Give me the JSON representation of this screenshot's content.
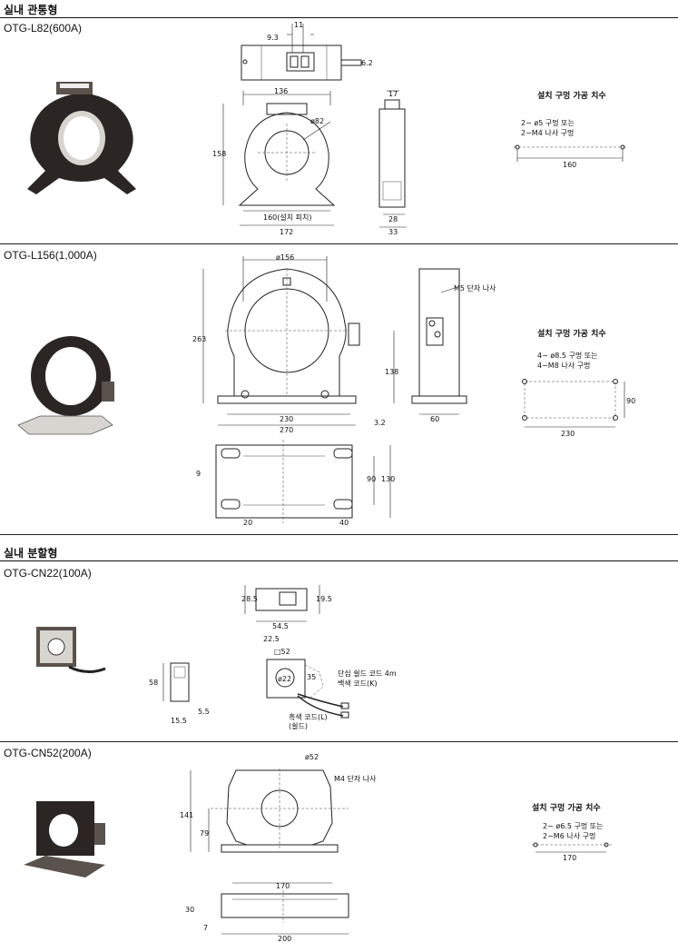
{
  "sections": [
    {
      "title": "실내 관통형",
      "products": [
        {
          "model": "OTG-L82(600A)",
          "dims": {
            "top_11": "11",
            "top_93": "9.3",
            "top_62": "6.2",
            "w136": "136",
            "h158": "158",
            "dia": "ø82",
            "pitch": "160(설치 피치)",
            "w172": "172",
            "side17": "17",
            "side28": "28",
            "side33": "33"
          },
          "hole": {
            "title": "설치 구멍 가공 치수",
            "note1": "2− ø5 구멍 또는",
            "note2": "2−M4 나사 구멍",
            "pitch": "160"
          }
        },
        {
          "model": "OTG-L156(1,000A)",
          "dims": {
            "dia": "ø156",
            "h263": "263",
            "h138": "138",
            "w230": "230",
            "w270": "270",
            "t32": "3.2",
            "side60": "60",
            "m5": "M5 단자 나사",
            "b9": "9",
            "b90": "90",
            "b130": "130",
            "b20": "20",
            "b40": "40"
          },
          "hole": {
            "title": "설치 구멍 가공 치수",
            "note1": "4− ø8.5 구멍 또는",
            "note2": "4−M8 나사 구멍",
            "pitch_h": "90",
            "pitch_w": "230"
          }
        }
      ]
    },
    {
      "title": "실내 분할형",
      "products": [
        {
          "model": "OTG-CN22(100A)",
          "dims": {
            "a285": "28.5",
            "a195": "19.5",
            "a545": "54.5",
            "a225": "22.5",
            "sq52": "□52",
            "dia22": "ø22",
            "a35": "35",
            "h58": "58",
            "w155": "15.5",
            "w55": "5.5"
          },
          "cords": {
            "shield": "단심 쉴드 코드 4m",
            "white": "백색 코드(K)",
            "black": "흑색 코드(L)",
            "shield2": "(쉴드)"
          }
        },
        {
          "model": "OTG-CN52(200A)",
          "dims": {
            "dia": "ø52",
            "m4": "M4 단자 나사",
            "h141": "141",
            "h79": "79",
            "b170": "170",
            "b30": "30",
            "b7": "7",
            "b200": "200"
          },
          "hole": {
            "title": "설치 구멍 가공 치수",
            "note1": "2− ø6.5 구멍 또는",
            "note2": "2−M6 나사 구멍",
            "pitch": "170"
          }
        }
      ]
    }
  ],
  "colors": {
    "photo_body": "#2b2623",
    "line": "#222222"
  }
}
